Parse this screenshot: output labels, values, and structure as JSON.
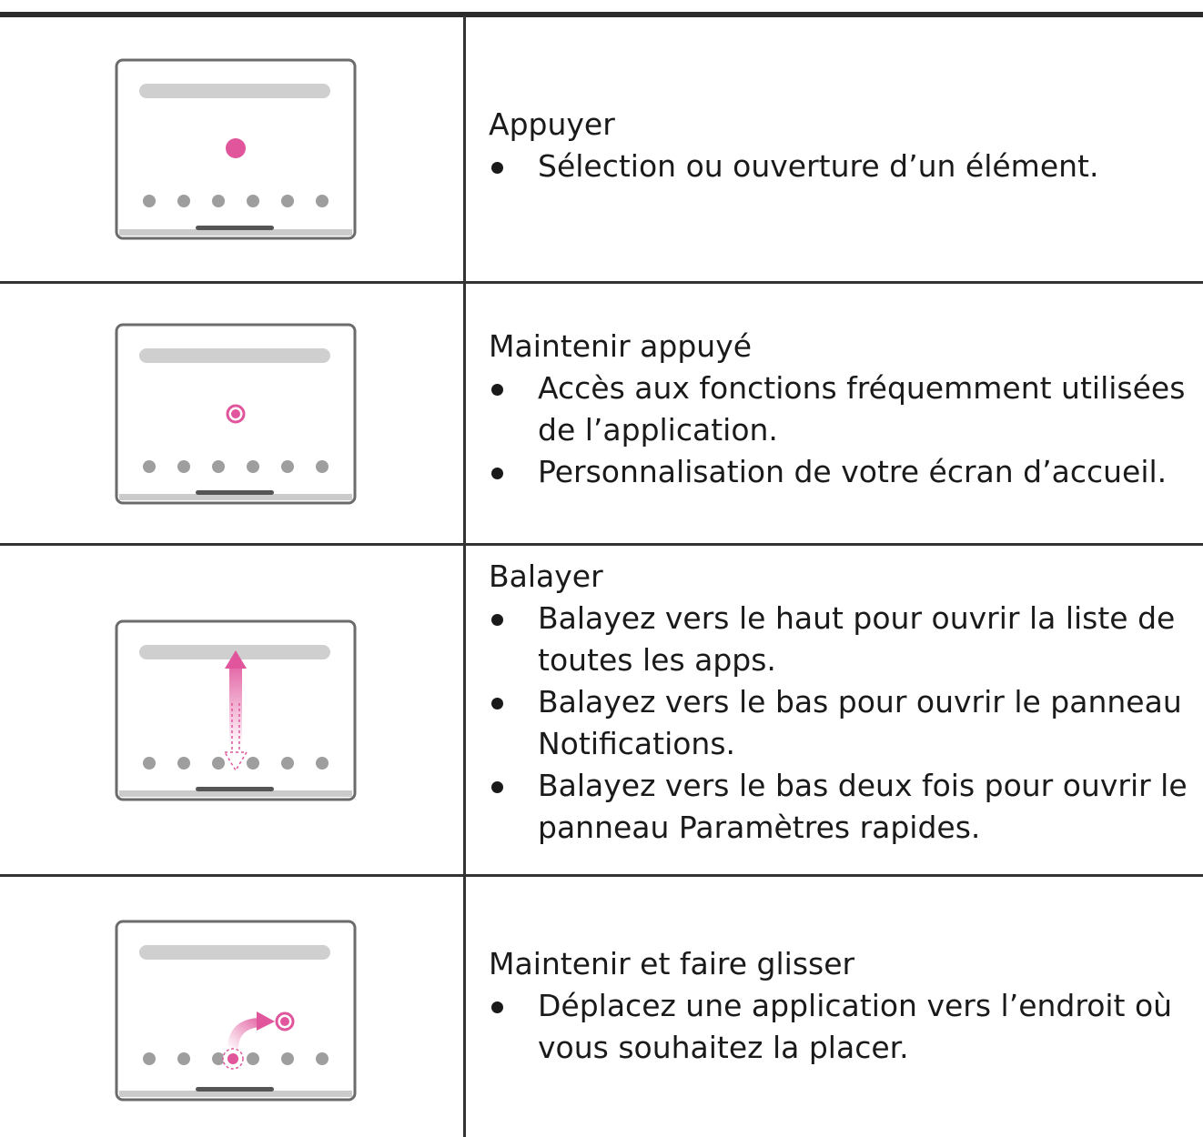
{
  "colors": {
    "accent": "#e0559b",
    "rule": "#333333",
    "frame": "#6b6b6b",
    "placeholder": "#cfcfcf",
    "dot": "#9e9e9e"
  },
  "rows": [
    {
      "icon": "tap-gesture-icon",
      "title": "Appuyer",
      "bullets": [
        [
          "Sélection ou ouverture d’un élément."
        ]
      ]
    },
    {
      "icon": "long-press-gesture-icon",
      "title": "Maintenir appuyé",
      "bullets": [
        [
          "Accès aux fonctions fréquemment utilisées",
          "de l’application."
        ],
        [
          "Personnalisation de votre écran d’accueil."
        ]
      ]
    },
    {
      "icon": "swipe-gesture-icon",
      "title": "Balayer",
      "bullets": [
        [
          "Balayez vers le haut pour ouvrir la liste de",
          "toutes les apps."
        ],
        [
          "Balayez vers le bas pour ouvrir le panneau",
          "Notifications."
        ],
        [
          "Balayez vers le bas deux fois pour ouvrir le",
          "panneau Paramètres rapides."
        ]
      ]
    },
    {
      "icon": "drag-gesture-icon",
      "title": "Maintenir et faire glisser",
      "bullets": [
        [
          "Déplacez une application vers l’endroit où",
          "vous souhaitez la placer."
        ]
      ]
    }
  ]
}
